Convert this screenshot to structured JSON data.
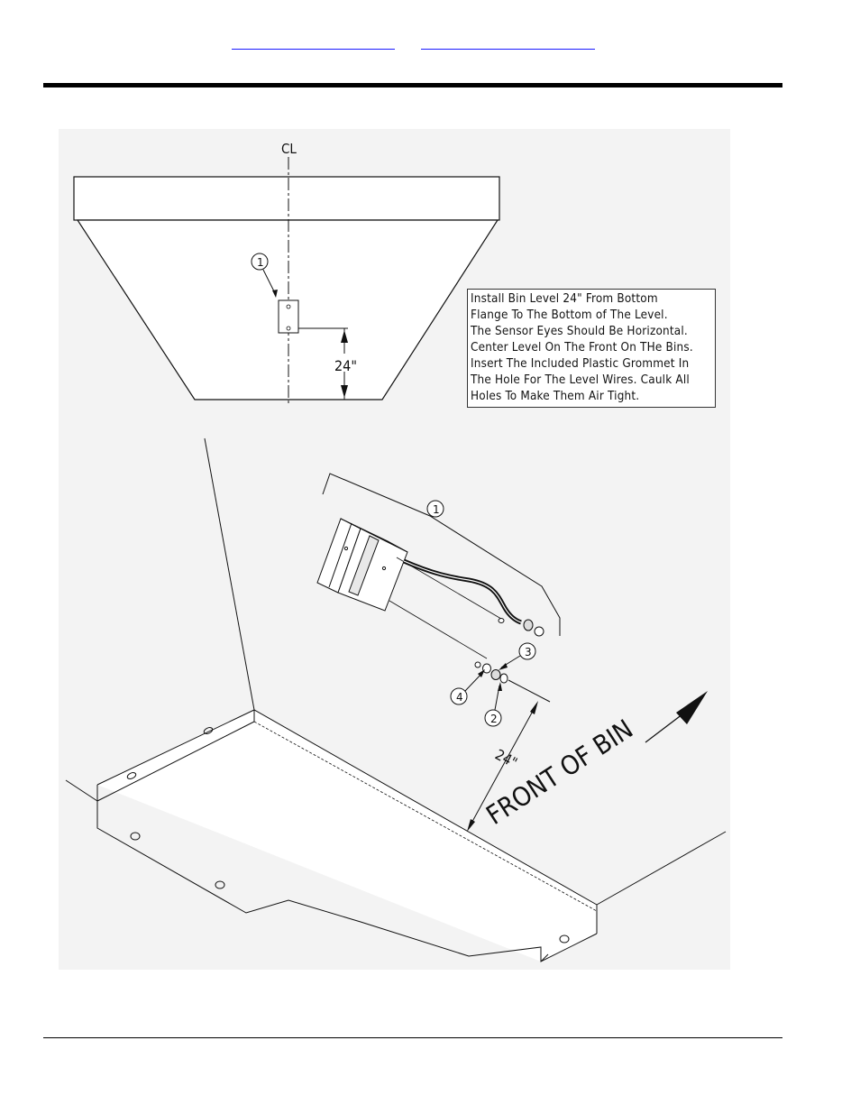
{
  "header": {
    "links": [
      "",
      ""
    ]
  },
  "drawing": {
    "centerline_symbol": "CL",
    "top_view": {
      "callout": "1",
      "dimension": "24\""
    },
    "note_lines": [
      "Install Bin Level 24\" From Bottom",
      "Flange To The Bottom of The Level.",
      "The Sensor Eyes Should Be Horizontal.",
      "Center Level On The Front On THe Bins.",
      "Insert The Included Plastic Grommet In",
      "The Hole For The Level Wires. Caulk All",
      "Holes To Make Them Air Tight."
    ],
    "iso_view": {
      "callouts": [
        "1",
        "2",
        "3",
        "4"
      ],
      "dimension": "24\"",
      "direction_label": "FRONT OF BIN"
    }
  }
}
